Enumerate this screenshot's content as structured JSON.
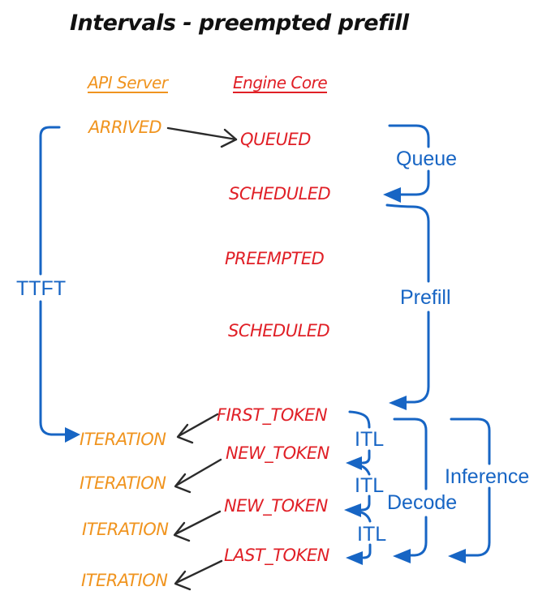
{
  "title": "Intervals - preempted prefill",
  "columns": {
    "api_server": "API Server",
    "engine_core": "Engine Core"
  },
  "events": {
    "arrived": "ARRIVED",
    "queued": "QUEUED",
    "scheduled1": "SCHEDULED",
    "preempted": "PREEMPTED",
    "scheduled2": "SCHEDULED",
    "first_token": "FIRST_TOKEN",
    "new_token1": "NEW_TOKEN",
    "new_token2": "NEW_TOKEN",
    "last_token": "LAST_TOKEN",
    "iteration1": "ITERATION",
    "iteration2": "ITERATION",
    "iteration3": "ITERATION",
    "iteration4": "ITERATION"
  },
  "intervals": {
    "ttft": "TTFT",
    "queue": "Queue",
    "prefill": "Prefill",
    "itl1": "ITL",
    "itl2": "ITL",
    "itl3": "ITL",
    "decode": "Decode",
    "inference": "Inference"
  },
  "colors": {
    "api_server": "#f0941f",
    "engine_core": "#e01f26",
    "interval": "#1765c4",
    "arrow": "#2b2b2b",
    "title": "#111111",
    "background": "#ffffff"
  }
}
